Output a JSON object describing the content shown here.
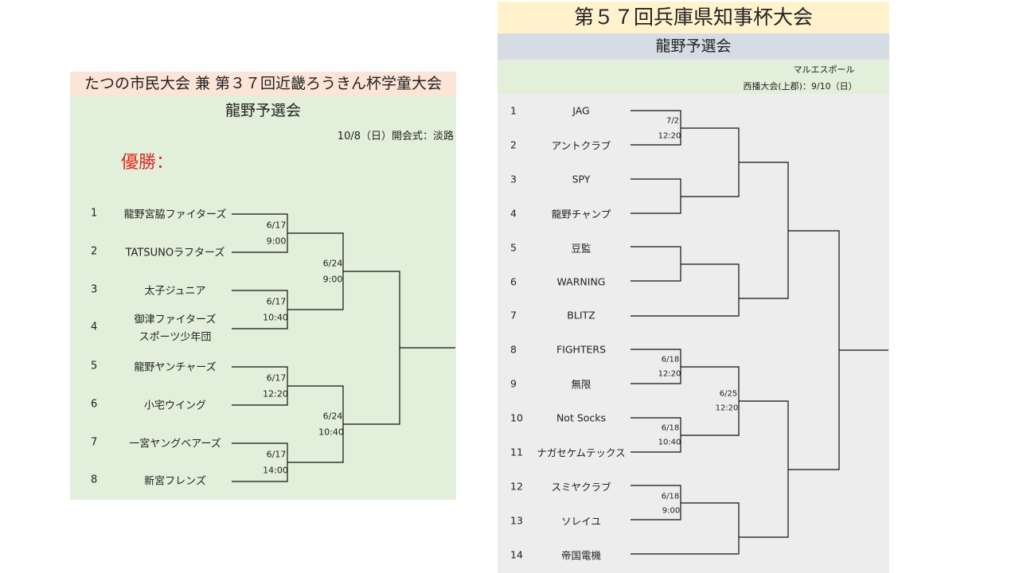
{
  "left": {
    "title": "たつの市民大会 兼 第３７回近畿ろうきん杯学童大会",
    "subtitle": "龍野予選会",
    "info": "10/8（日）開会式：淡路",
    "winner_label": "優勝：",
    "teams": [
      {
        "seed": "1",
        "name": "龍野宮脇ファイターズ"
      },
      {
        "seed": "2",
        "name": "TATSUNOラフターズ"
      },
      {
        "seed": "3",
        "name": "太子ジュニア"
      },
      {
        "seed": "4",
        "name": "御津ファイターズ",
        "name2": "スポーツ少年団"
      },
      {
        "seed": "5",
        "name": "龍野ヤンチャーズ"
      },
      {
        "seed": "6",
        "name": "小宅ウイング"
      },
      {
        "seed": "7",
        "name": "一宮ヤングベアーズ"
      },
      {
        "seed": "8",
        "name": "新宮フレンズ"
      }
    ],
    "matches_r1": [
      {
        "date": "6/17",
        "time": "9:00"
      },
      {
        "date": "6/17",
        "time": "10:40"
      },
      {
        "date": "6/17",
        "time": "12:20"
      },
      {
        "date": "6/17",
        "time": "14:00"
      }
    ],
    "matches_r2": [
      {
        "date": "6/24",
        "time": "9:00"
      },
      {
        "date": "6/24",
        "time": "10:40"
      }
    ]
  },
  "right": {
    "title": "第５７回兵庫県知事杯大会",
    "subtitle": "龍野予選会",
    "venue": "マルエスポール",
    "info": "西播大会(上郡)：9/10（日）",
    "teams": [
      {
        "seed": "1",
        "name": "JAG"
      },
      {
        "seed": "2",
        "name": "アントクラブ"
      },
      {
        "seed": "3",
        "name": "SPY"
      },
      {
        "seed": "4",
        "name": "龍野チャンプ"
      },
      {
        "seed": "5",
        "name": "豆監"
      },
      {
        "seed": "6",
        "name": "WARNING"
      },
      {
        "seed": "7",
        "name": "BLITZ"
      },
      {
        "seed": "8",
        "name": "FIGHTERS"
      },
      {
        "seed": "9",
        "name": "無限"
      },
      {
        "seed": "10",
        "name": "Not Socks"
      },
      {
        "seed": "11",
        "name": "ナガセケムテックス"
      },
      {
        "seed": "12",
        "name": "スミヤクラブ"
      },
      {
        "seed": "13",
        "name": "ソレイユ"
      },
      {
        "seed": "14",
        "name": "帝国電機"
      }
    ],
    "match_labels": [
      {
        "date": "7/2",
        "time": "12:20"
      },
      {
        "date": "6/18",
        "time": "12:20"
      },
      {
        "date": "6/18",
        "time": "10:40"
      },
      {
        "date": "6/25",
        "time": "12:20"
      },
      {
        "date": "6/18",
        "time": "9:00"
      }
    ]
  }
}
